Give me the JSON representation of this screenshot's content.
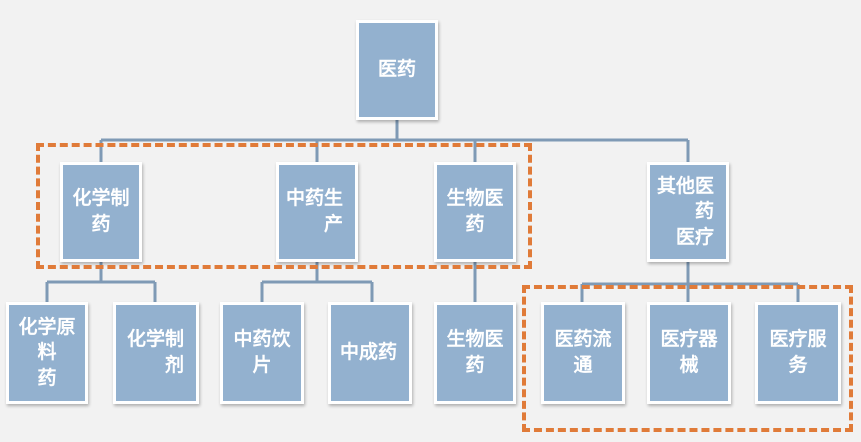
{
  "diagram": {
    "root": "医药",
    "level1": [
      "化学制药",
      "中药生产",
      "生物医药",
      "其他医药\n医疗"
    ],
    "level2": [
      "化学原料\n药",
      "化学制剂",
      "中药饮片",
      "中成药",
      "生物医药",
      "医药流通",
      "医疗器械",
      "医疗服务"
    ]
  },
  "colors": {
    "node_fill": "#93b1cf",
    "node_border": "#ffffff",
    "connector": "#7f9ab5",
    "highlight_dash": "#e07b39",
    "background": "#f2f2f2"
  }
}
